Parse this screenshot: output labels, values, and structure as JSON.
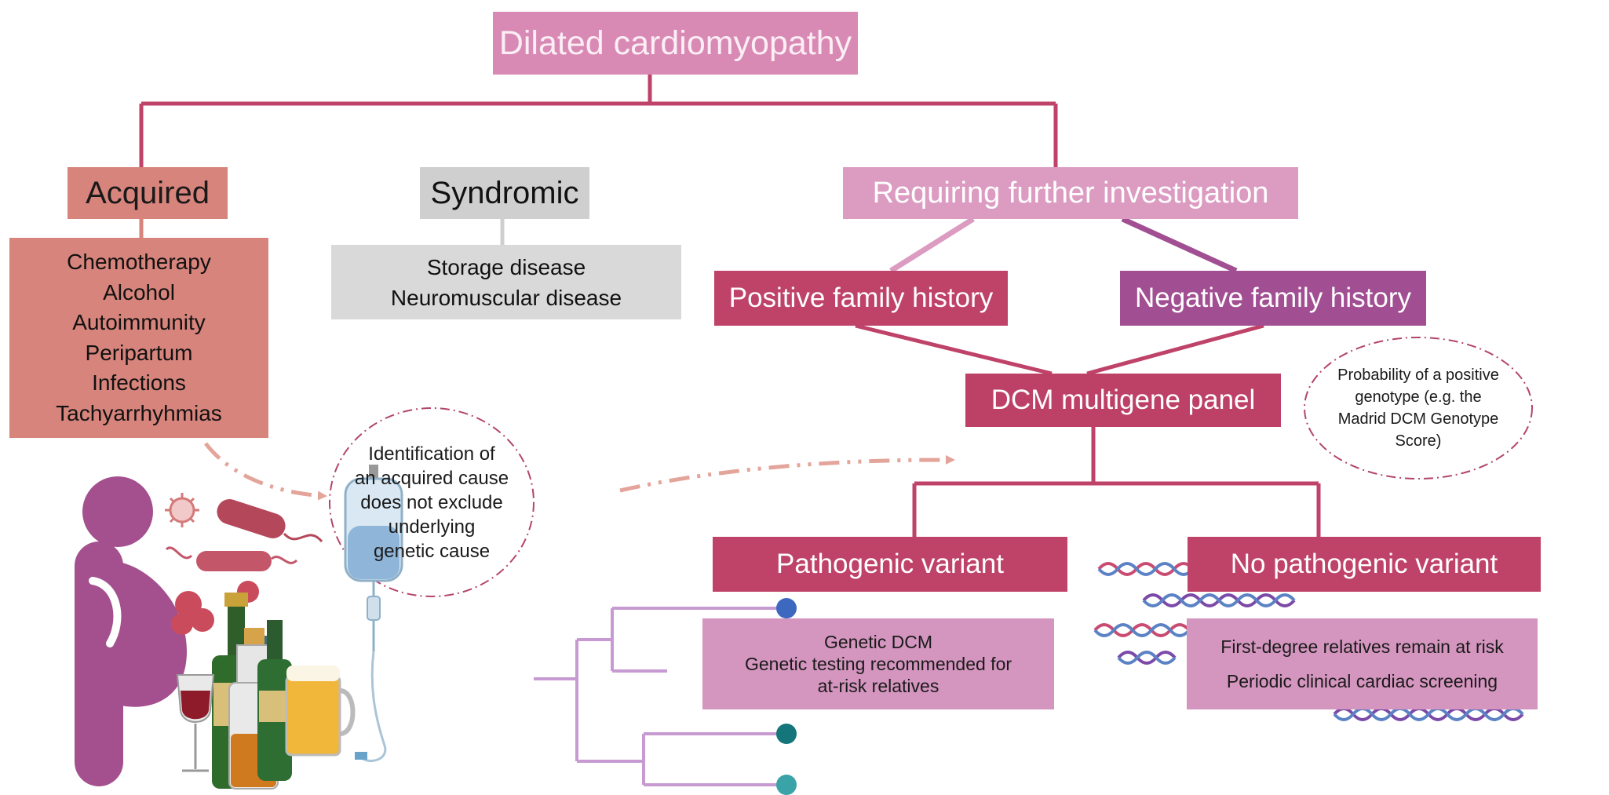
{
  "title": "Dilated cardiomyopathy",
  "branches": {
    "acquired": {
      "label": "Acquired",
      "causes": [
        "Chemotherapy",
        "Alcohol",
        "Autoimmunity",
        "Peripartum",
        "Infections",
        "Tachyarrhyhmias"
      ]
    },
    "syndromic": {
      "label": "Syndromic",
      "causes": [
        "Storage disease",
        "Neuromuscular disease"
      ]
    },
    "further": {
      "label": "Requiring further investigation",
      "positive": "Positive family history",
      "negative": "Negative family history"
    }
  },
  "panel": "DCM multigene panel",
  "acquired_note": [
    "Identification of",
    "an acquired cause",
    "does not exclude",
    "underlying",
    "genetic cause"
  ],
  "probability_note": [
    "Probability of a positive",
    "genotype (e.g. the",
    "Madrid DCM Genotype",
    "Score)"
  ],
  "outcomes": {
    "pathogenic": {
      "label": "Pathogenic variant",
      "text": [
        "Genetic DCM",
        "Genetic testing recommended for",
        "at-risk relatives"
      ]
    },
    "none": {
      "label": "No pathogenic variant",
      "text": [
        "First-degree relatives remain at risk",
        "Periodic clinical cardiac screening"
      ]
    }
  },
  "colors": {
    "connector": "#bf4269",
    "title_fill": "#d98ab4",
    "acquired_fill": "#d7847c",
    "syndromic_fill": "#d9d9d9",
    "further_fill": "#dc9cc2",
    "negative_fill": "#a14f92",
    "outcome_text_fill": "#d495bf",
    "arrow": "#e3a49a",
    "tree": "#c79bd1"
  },
  "icons": [
    "pregnant-person-icon",
    "virus-icon",
    "bacteria-icon",
    "alcohol-bottles-icon",
    "iv-bag-icon",
    "family-tree-icon",
    "dna-helix-icon"
  ]
}
